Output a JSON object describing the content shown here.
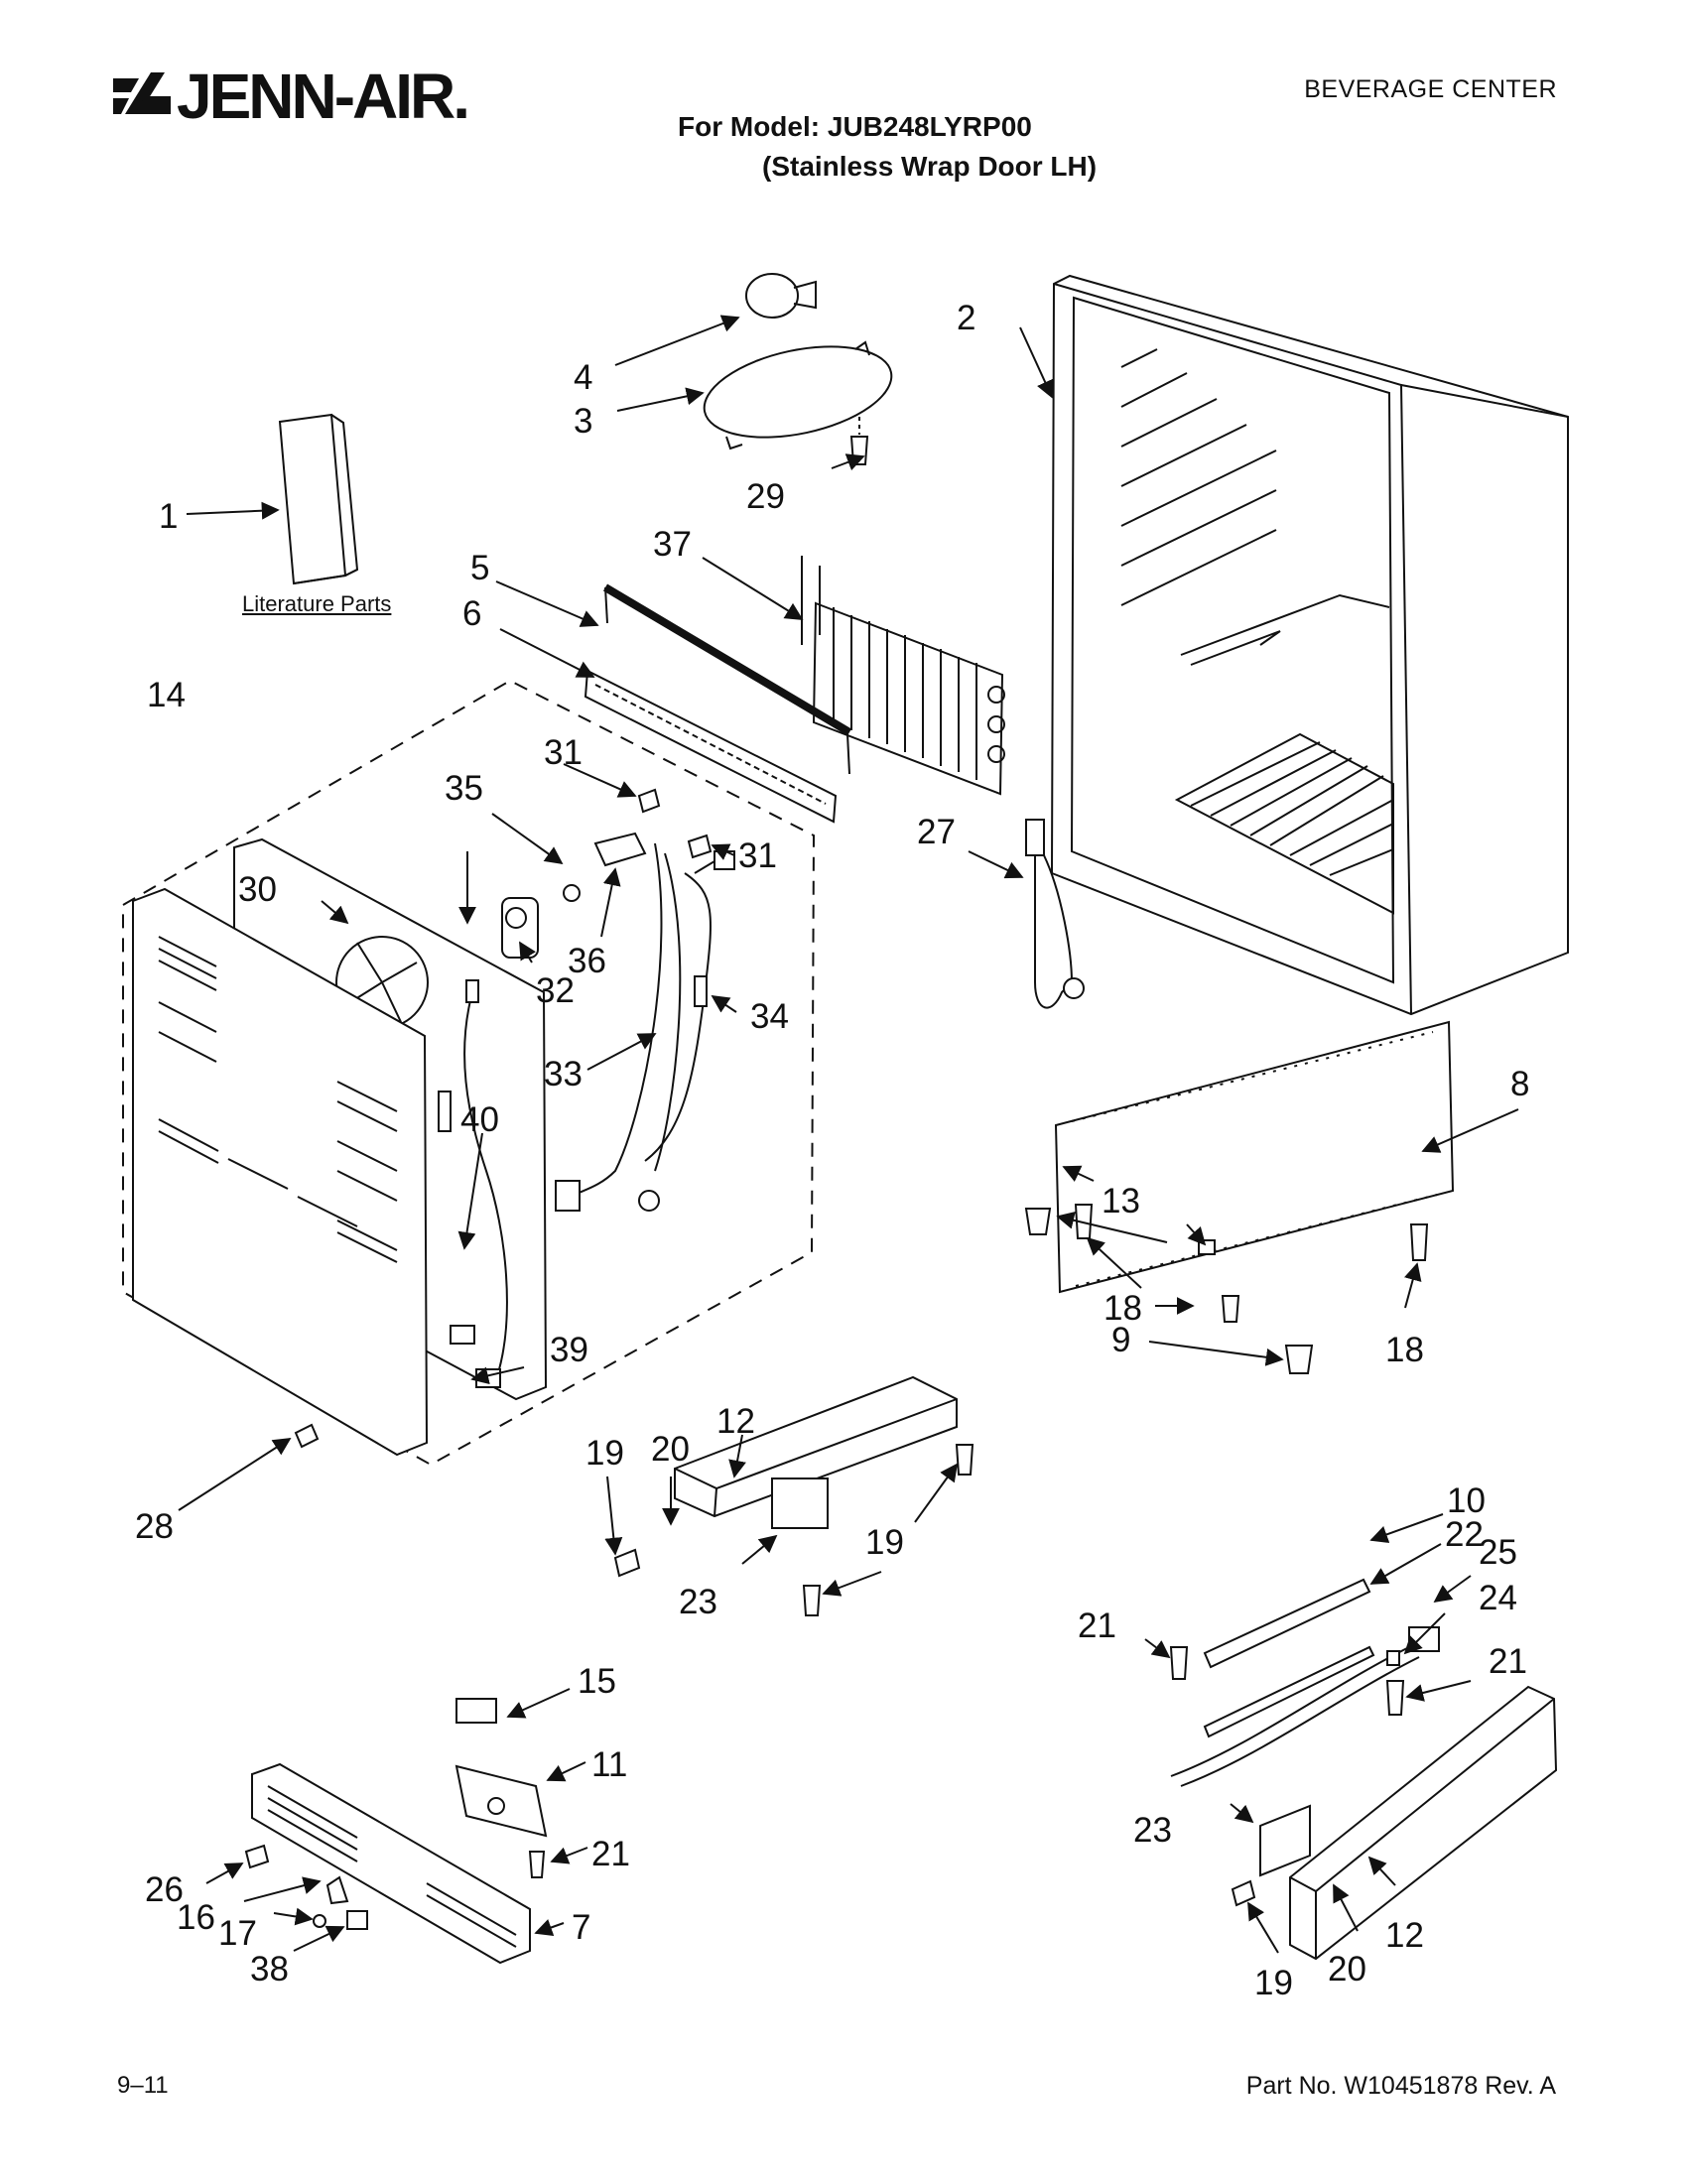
{
  "header": {
    "brand": "JENN-AIR.",
    "category": "BEVERAGE CENTER",
    "model": "For Model: JUB248LYRP00",
    "model_variant": "(Stainless Wrap Door LH)"
  },
  "literature_label": "Literature Parts",
  "footer": {
    "page": "9–11",
    "part_number": "Part No. W10451878 Rev. A"
  },
  "callouts": [
    "1",
    "2",
    "3",
    "4",
    "5",
    "6",
    "7",
    "8",
    "9",
    "10",
    "11",
    "12",
    "12",
    "13",
    "14",
    "15",
    "16",
    "17",
    "18",
    "18",
    "19",
    "19",
    "19",
    "20",
    "20",
    "21",
    "21",
    "21",
    "22",
    "23",
    "23",
    "24",
    "25",
    "26",
    "27",
    "28",
    "29",
    "30",
    "31",
    "31",
    "32",
    "33",
    "34",
    "35",
    "36",
    "37",
    "38",
    "39",
    "40"
  ]
}
